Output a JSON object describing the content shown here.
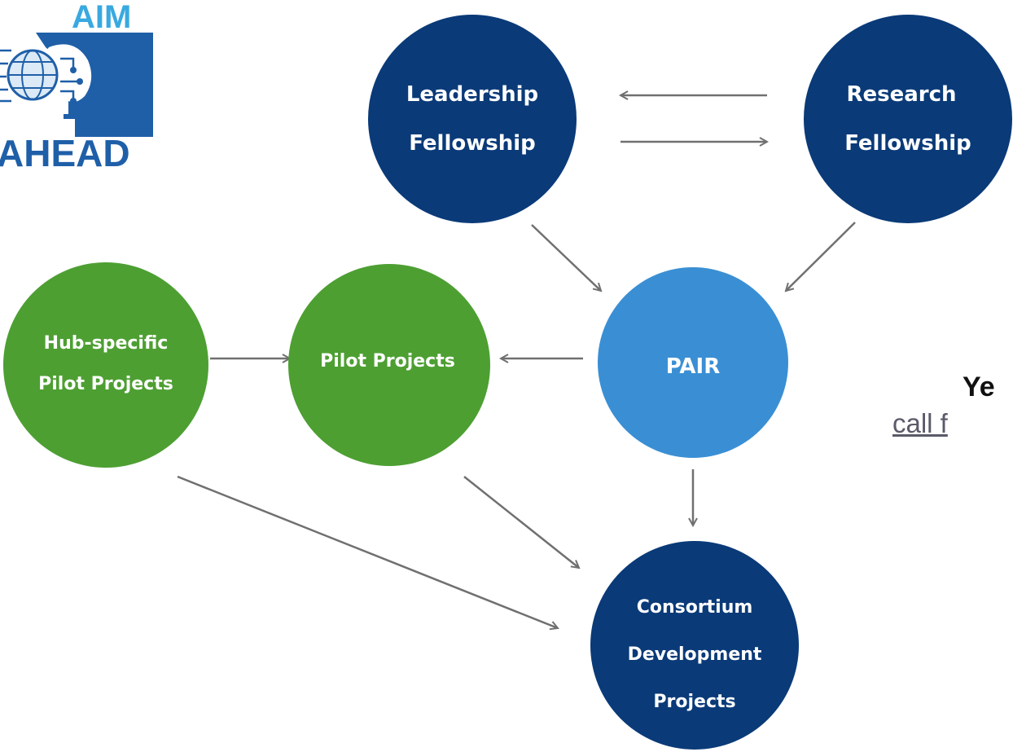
{
  "logo": {
    "top_text": "AIM",
    "bottom_text": "AHEAD",
    "primary_color": "#1f5fa8",
    "accent_color": "#39a9e0"
  },
  "colors": {
    "dark_blue": "#0a3a78",
    "light_blue": "#3a8fd4",
    "green": "#4d9f32",
    "arrow": "#707070"
  },
  "nodes": {
    "leadership": {
      "lines": [
        "Leadership",
        "Fellowship"
      ]
    },
    "research": {
      "lines": [
        "Research",
        "Fellowship"
      ]
    },
    "hub": {
      "lines": [
        "Hub-specific",
        "Pilot Projects"
      ]
    },
    "pilot": {
      "lines": [
        "Pilot Projects"
      ]
    },
    "pair": {
      "lines": [
        "PAIR"
      ]
    },
    "consortium": {
      "lines": [
        "Consortium",
        "Development",
        "Projects"
      ]
    }
  },
  "side": {
    "heading": "Ye",
    "link": "call f"
  }
}
